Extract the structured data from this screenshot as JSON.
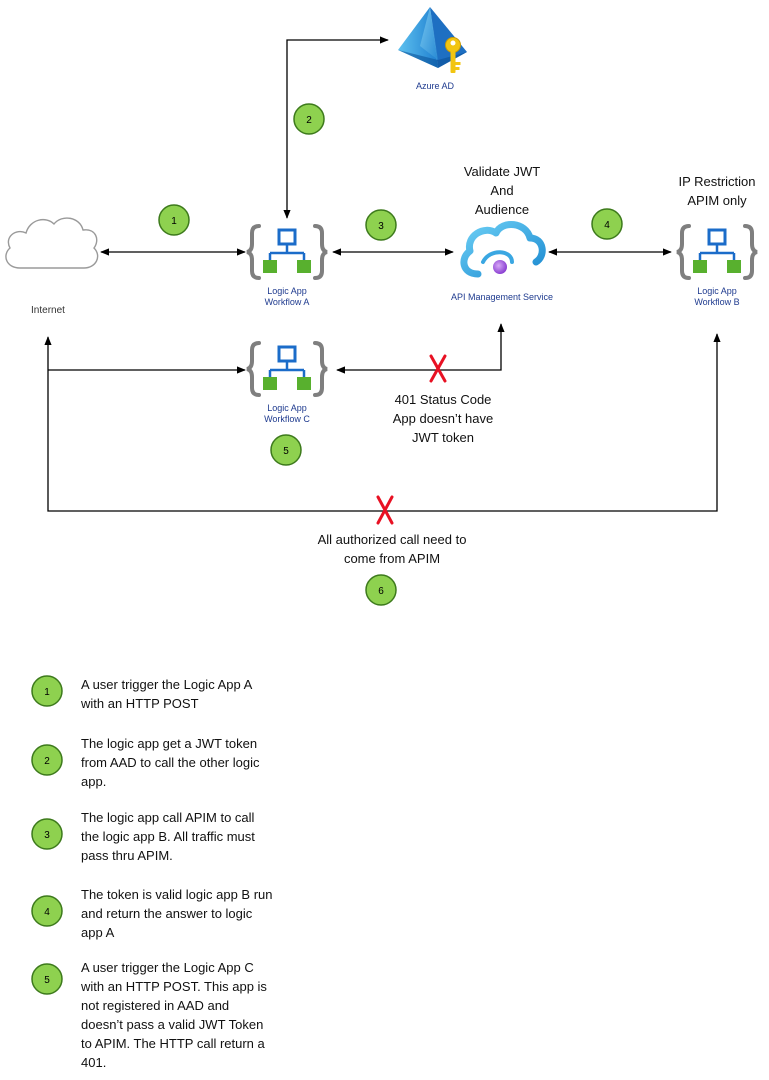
{
  "azure_ad": {
    "label": "Azure AD"
  },
  "internet": {
    "label": "Internet"
  },
  "workflow_a": {
    "line1": "Logic App",
    "line2": "Workflow A"
  },
  "workflow_b": {
    "line1": "Logic App",
    "line2": "Workflow B"
  },
  "workflow_c": {
    "line1": "Logic App",
    "line2": "Workflow C"
  },
  "apim": {
    "label": "API Management Service",
    "caption": [
      "Validate JWT",
      "And",
      "Audience"
    ]
  },
  "ip_restriction": [
    "IP Restriction",
    "APIM only"
  ],
  "status_401": [
    "401 Status Code",
    "App doesn’t have",
    "JWT token"
  ],
  "authorized": [
    "All authorized call need to",
    "come from APIM"
  ],
  "step_badges": [
    "1",
    "2",
    "3",
    "4",
    "5",
    "6"
  ],
  "legend": [
    {
      "num": "1",
      "lines": [
        "A user trigger the Logic App A",
        "with an HTTP POST"
      ]
    },
    {
      "num": "2",
      "lines": [
        "The logic app get a JWT token",
        "from AAD to call the other logic",
        "app."
      ]
    },
    {
      "num": "3",
      "lines": [
        "The logic app call APIM to call",
        "the logic app B.  All traffic must",
        "pass thru APIM."
      ]
    },
    {
      "num": "4",
      "lines": [
        "The token is valid logic app B run",
        "and return the answer to logic",
        "app A"
      ]
    },
    {
      "num": "5",
      "lines": [
        "A user trigger the Logic App C",
        "with an HTTP POST.  This app is",
        "not registered in AAD and",
        "doesn’t pass a valid JWT Token",
        "to APIM.  The HTTP call return a",
        "401."
      ]
    }
  ],
  "colors": {
    "badge_fill": "#8ed14f",
    "badge_stroke": "#3d7a1c",
    "x_mark": "#e81123",
    "workflow_blue": "#1b6cc9",
    "workflow_green": "#58b02e",
    "brace_gray": "#7f7f7f"
  }
}
